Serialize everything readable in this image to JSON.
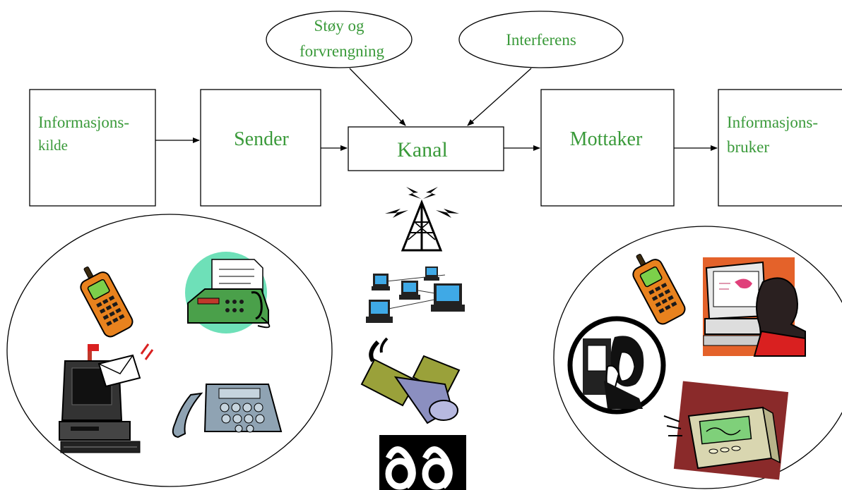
{
  "diagram": {
    "blocks": [
      {
        "id": "source",
        "lines": [
          "Informasjons-",
          "kilde"
        ]
      },
      {
        "id": "sender",
        "lines": [
          "Sender"
        ]
      },
      {
        "id": "channel",
        "lines": [
          "Kanal"
        ]
      },
      {
        "id": "receiver",
        "lines": [
          "Mottaker"
        ]
      },
      {
        "id": "user",
        "lines": [
          "Informasjons-",
          "bruker"
        ]
      }
    ],
    "disturbances": [
      {
        "id": "noise",
        "lines": [
          "Støy og",
          "forvrengning"
        ]
      },
      {
        "id": "interference",
        "lines": [
          "Interferens"
        ]
      }
    ],
    "text_color": "#3a9a3a",
    "source_devices": [
      "mobile-phone-icon",
      "fax-machine-icon",
      "computer-mail-icon",
      "desk-telephone-icon"
    ],
    "channel_media": [
      "radio-tower-icon",
      "computer-network-icon",
      "satellite-icon",
      "cable-loop-icon"
    ],
    "user_devices": [
      "mobile-phone-icon",
      "computer-user-icon",
      "telephone-operator-icon",
      "pager-icon"
    ]
  }
}
